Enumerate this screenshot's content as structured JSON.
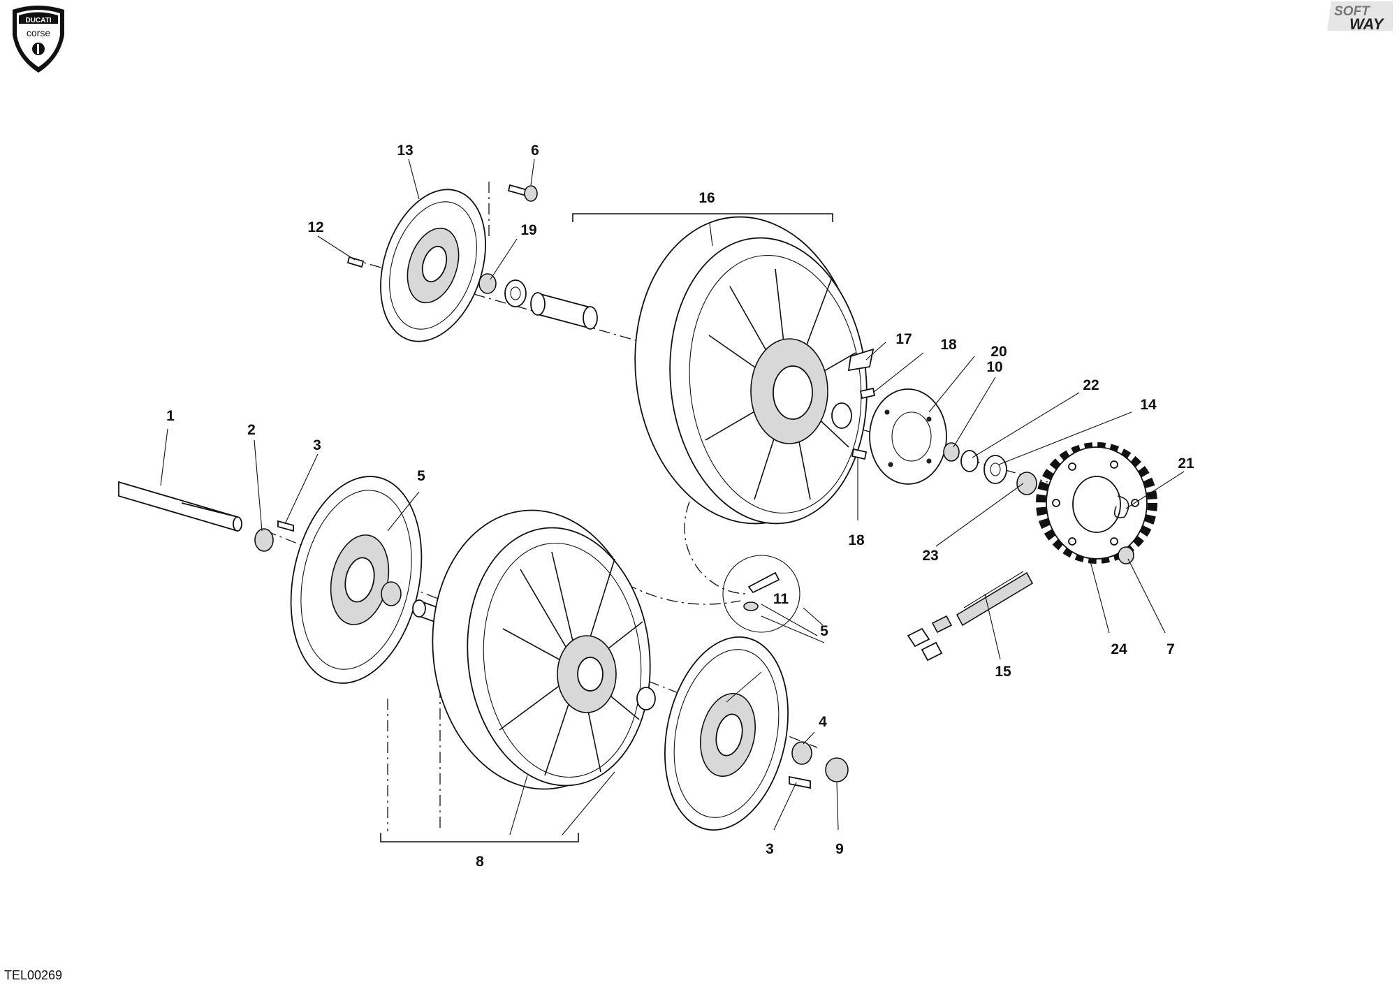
{
  "brand": {
    "logo_text_top": "DUCATI",
    "logo_text_bottom": "corse",
    "watermark_top": "SOFT",
    "watermark_bottom": "WAY"
  },
  "drawing_code": "TEL00269",
  "callouts": [
    {
      "id": "c1",
      "label": "1"
    },
    {
      "id": "c2",
      "label": "2"
    },
    {
      "id": "c3a",
      "label": "3"
    },
    {
      "id": "c3b",
      "label": "3"
    },
    {
      "id": "c4",
      "label": "4"
    },
    {
      "id": "c5a",
      "label": "5"
    },
    {
      "id": "c5b",
      "label": "5"
    },
    {
      "id": "c6",
      "label": "6"
    },
    {
      "id": "c7",
      "label": "7"
    },
    {
      "id": "c8",
      "label": "8"
    },
    {
      "id": "c9",
      "label": "9"
    },
    {
      "id": "c10",
      "label": "10"
    },
    {
      "id": "c11",
      "label": "11"
    },
    {
      "id": "c12",
      "label": "12"
    },
    {
      "id": "c13",
      "label": "13"
    },
    {
      "id": "c14",
      "label": "14"
    },
    {
      "id": "c15",
      "label": "15"
    },
    {
      "id": "c16",
      "label": "16"
    },
    {
      "id": "c17",
      "label": "17"
    },
    {
      "id": "c18a",
      "label": "18"
    },
    {
      "id": "c18b",
      "label": "18"
    },
    {
      "id": "c19",
      "label": "19"
    },
    {
      "id": "c20",
      "label": "20"
    },
    {
      "id": "c21",
      "label": "21"
    },
    {
      "id": "c22",
      "label": "22"
    },
    {
      "id": "c23",
      "label": "23"
    },
    {
      "id": "c24",
      "label": "24"
    }
  ]
}
